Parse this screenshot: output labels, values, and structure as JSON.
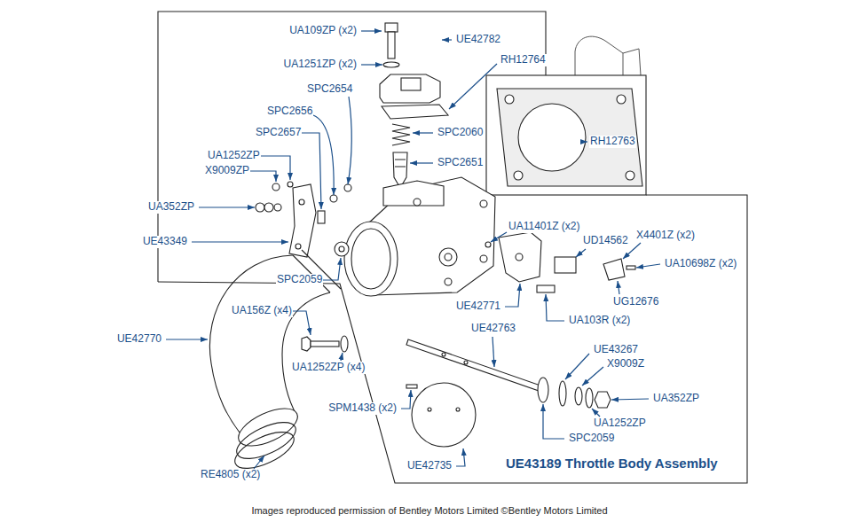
{
  "diagram": {
    "caption": "Images reproduced permission of Bentley Motors Limited ©Bentley Motors Limited",
    "labels": [
      "UA109ZP (x2)",
      "UE42782",
      "UA1251ZP (x2)",
      "RH12764",
      "SPC2654",
      "SPC2656",
      "SPC2060",
      "SPC2657",
      "RH12763",
      "SPC2651",
      "UA1252ZP",
      "X9009ZP",
      "UA352ZP",
      "UA11401Z (x2)",
      "UD14562",
      "X4401Z (x2)",
      "UE43349",
      "UA10698Z (x2)",
      "SPC2059",
      "UG12676",
      "UE42771",
      "UA156Z (x4)",
      "UA103R (x2)",
      "UE42770",
      "UE42763",
      "UE43267",
      "X9009Z",
      "UA1252ZP (x4)",
      "UA352ZP",
      "SPC2059",
      "UA1252ZP",
      "SPM1438 (x2)",
      "UE43189 Throttle Body Assembly",
      "UE42735",
      "RE4805 (x2)"
    ]
  }
}
